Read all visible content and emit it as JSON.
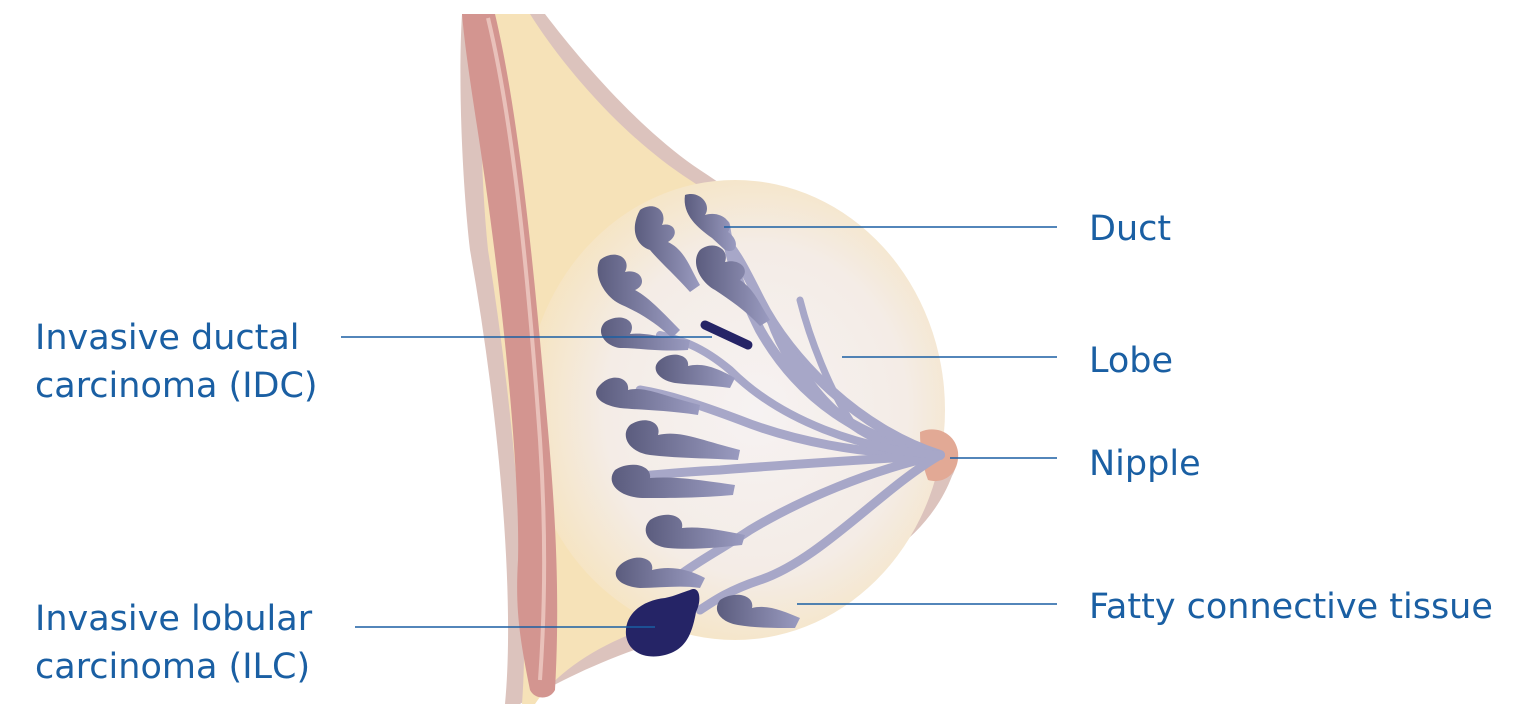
{
  "colors": {
    "label_text": "#1a5fa3",
    "leader_line": "#1a5fa3",
    "chest_wall": "#d39590",
    "skin": "#dcc3bd",
    "fatty_tissue": "#f6e2b8",
    "gland_center": "#f3ede9",
    "lobes": "#6f7093",
    "ducts": "#a7a7c8",
    "tumor": "#252466",
    "nipple": "#e2a995"
  },
  "labels": {
    "idc": [
      "Invasive ductal",
      "carcinoma (IDC)"
    ],
    "ilc": [
      "Invasive lobular",
      "carcinoma (ILC)"
    ],
    "duct": "Duct",
    "lobe": "Lobe",
    "nipple": "Nipple",
    "fatty_tissue": "Fatty connective tissue"
  }
}
